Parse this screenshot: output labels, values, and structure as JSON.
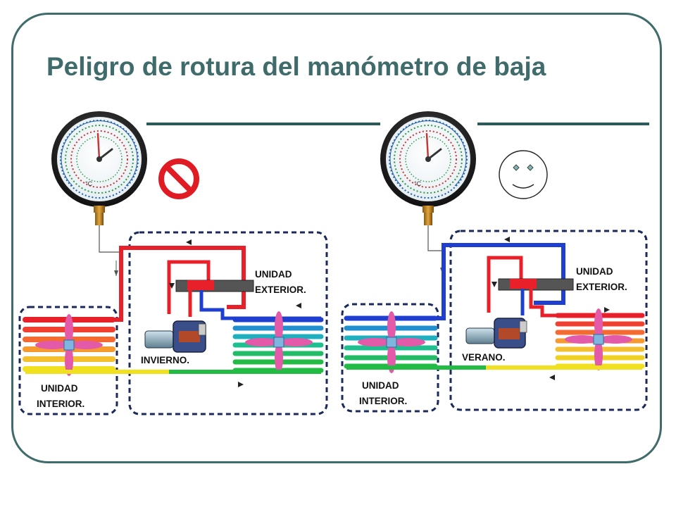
{
  "slide": {
    "title": "Peligro de rotura del manómetro de baja"
  },
  "left_system": {
    "mode_label": "INVIERNO.",
    "outdoor_label_line1": "UNIDAD",
    "outdoor_label_line2": "EXTERIOR.",
    "indoor_label_line1": "UNIDAD",
    "indoor_label_line2": "INTERIOR.",
    "status_icon": "prohibited-icon"
  },
  "right_system": {
    "mode_label": "VERANO.",
    "outdoor_label_line1": "UNIDAD",
    "outdoor_label_line2": "EXTERIOR.",
    "indoor_label_line1": "UNIDAD",
    "indoor_label_line2": "INTERIOR.",
    "status_icon": "smiley-face-icon"
  },
  "colors": {
    "frame": "#3f6b6b",
    "title": "#3f6b6b",
    "hot_line": "#e8202a",
    "cold_line": "#1f3fd0",
    "liquid_line": "#f0e020",
    "green_line": "#22bb44",
    "dashed_border": "#1b2a5a",
    "prohibited": "#e01b24"
  }
}
